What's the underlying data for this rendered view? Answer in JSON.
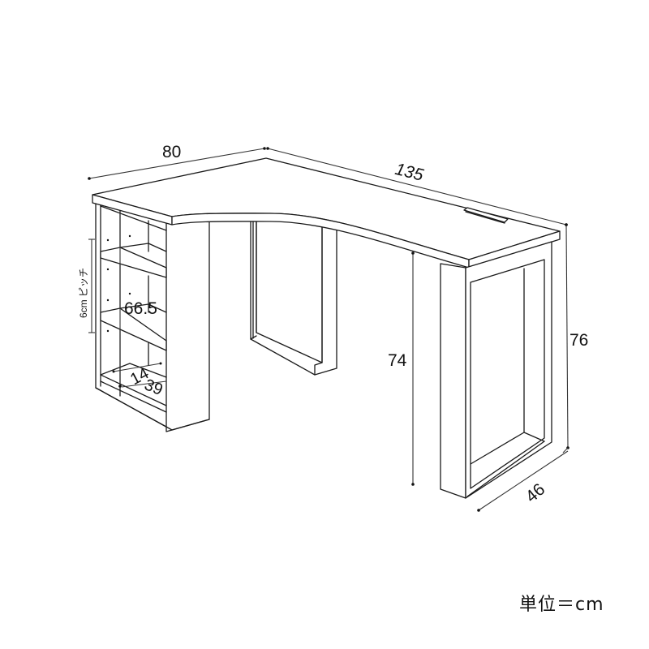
{
  "diagram": {
    "subject": "L-shaped corner desk with shelf unit",
    "dimensions": {
      "width_short_side": "80",
      "width_long_side": "135",
      "total_height": "76",
      "leg_clearance_height": "74",
      "depth": "46",
      "shelf_height": "66.5",
      "shelf_inner_width": "14",
      "shelf_inner_depth": "39",
      "shelf_pitch": "6cm ピッチ"
    },
    "unit_label": "単位＝cm",
    "colors": {
      "line": "#1a1a1a",
      "background": "#ffffff"
    }
  }
}
